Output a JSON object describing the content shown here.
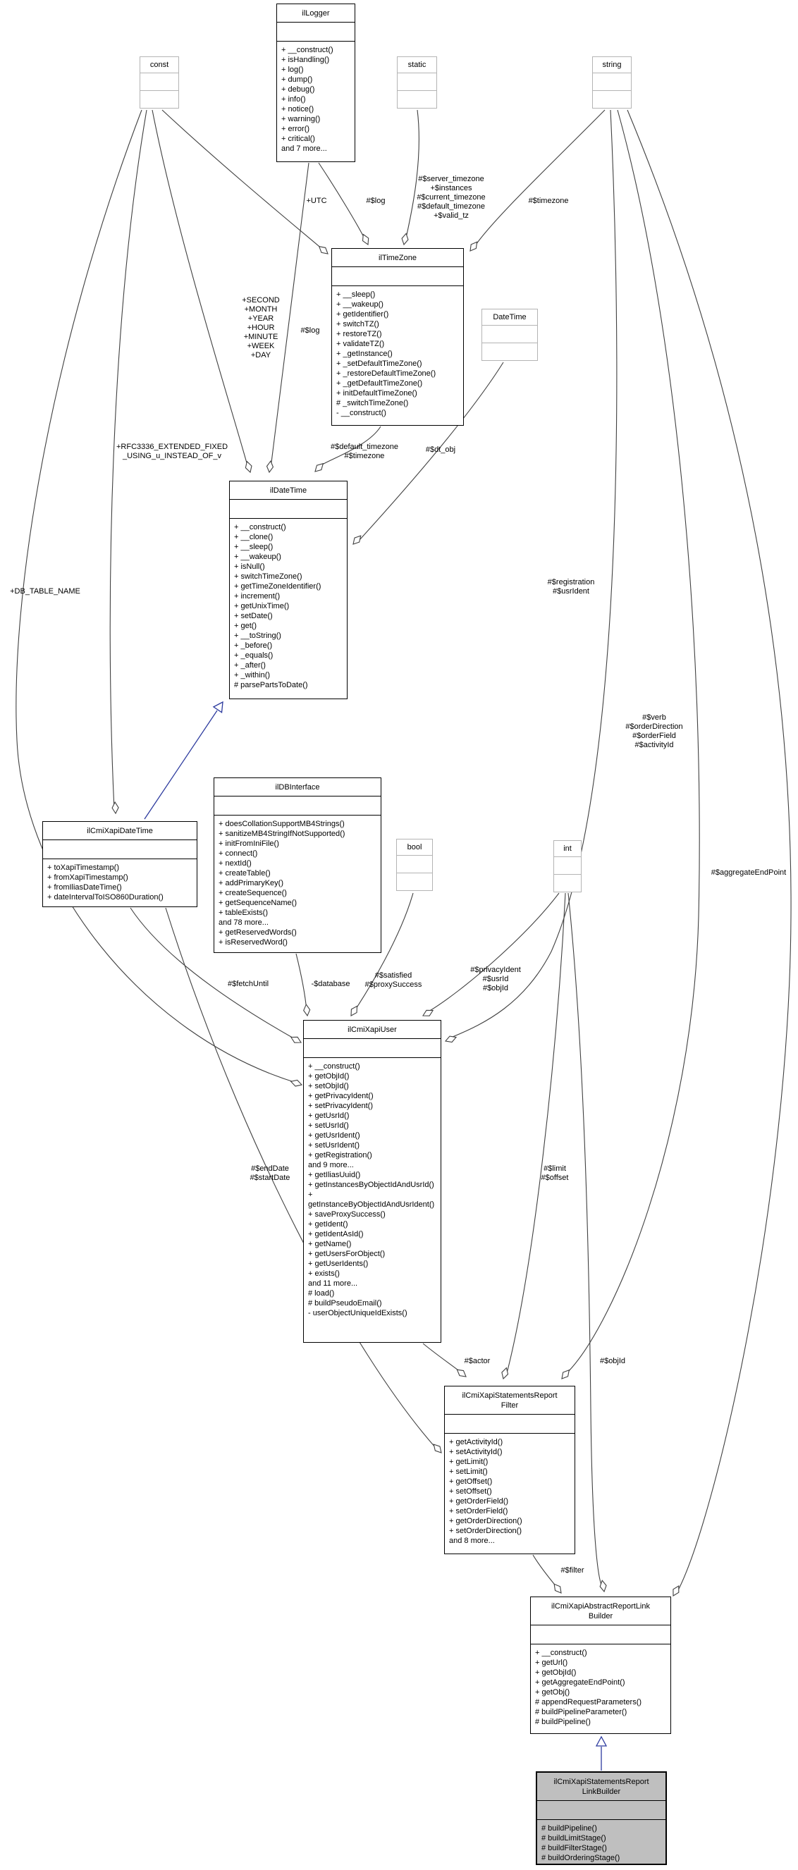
{
  "diagram": {
    "background_color": "#ffffff",
    "edge_color": "#404040",
    "inheritance_color": "#2c3a9e",
    "focal_fill_color": "#bfbfbf"
  },
  "classes": [
    {
      "id": "ilLogger",
      "title": "ilLogger",
      "focal": false,
      "methods": [
        "+ __construct()",
        "+ isHandling()",
        "+ log()",
        "+ dump()",
        "+ debug()",
        "+ info()",
        "+ notice()",
        "+ warning()",
        "+ error()",
        "+ critical()",
        "and 7 more..."
      ]
    },
    {
      "id": "ilTimeZone",
      "title": "ilTimeZone",
      "focal": false,
      "methods": [
        "+ __sleep()",
        "+ __wakeup()",
        "+ getIdentifier()",
        "+ switchTZ()",
        "+ restoreTZ()",
        "+ validateTZ()",
        "+ _getInstance()",
        "+ _setDefaultTimeZone()",
        "+ _restoreDefaultTimeZone()",
        "+ _getDefaultTimeZone()",
        "+ initDefaultTimeZone()",
        "# _switchTimeZone()",
        "- __construct()"
      ]
    },
    {
      "id": "ilDateTime",
      "title": "ilDateTime",
      "focal": false,
      "methods": [
        "+ __construct()",
        "+ __clone()",
        "+ __sleep()",
        "+ __wakeup()",
        "+ isNull()",
        "+ switchTimeZone()",
        "+ getTimeZoneIdentifier()",
        "+ increment()",
        "+ getUnixTime()",
        "+ setDate()",
        "+ get()",
        "+ __toString()",
        "+ _before()",
        "+ _equals()",
        "+ _after()",
        "+ _within()",
        "# parsePartsToDate()"
      ]
    },
    {
      "id": "ilCmiXapiDateTime",
      "title": "ilCmiXapiDateTime",
      "focal": false,
      "methods": [
        "+ toXapiTimestamp()",
        "+ fromXapiTimestamp()",
        "+ fromIliasDateTime()",
        "+ dateIntervalToISO860Duration()"
      ]
    },
    {
      "id": "ilDBInterface",
      "title": "ilDBInterface",
      "focal": false,
      "methods": [
        "+ doesCollationSupportMB4Strings()",
        "+ sanitizeMB4StringIfNotSupported()",
        "+ initFromIniFile()",
        "+ connect()",
        "+ nextId()",
        "+ createTable()",
        "+ addPrimaryKey()",
        "+ createSequence()",
        "+ getSequenceName()",
        "+ tableExists()",
        "and 78 more...",
        "+ getReservedWords()",
        "+ isReservedWord()"
      ]
    },
    {
      "id": "ilCmiXapiUser",
      "title": "ilCmiXapiUser",
      "focal": false,
      "methods": [
        "+ __construct()",
        "+ getObjId()",
        "+ setObjId()",
        "+ getPrivacyIdent()",
        "+ setPrivacyIdent()",
        "+ getUsrId()",
        "+ setUsrId()",
        "+ getUsrIdent()",
        "+ setUsrIdent()",
        "+ getRegistration()",
        "and 9 more...",
        "+ getIliasUuid()",
        "+ getInstancesByObjectIdAndUsrId()",
        "+ getInstanceByObjectIdAndUsrIdent()",
        "+ saveProxySuccess()",
        "+ getIdent()",
        "+ getIdentAsId()",
        "+ getName()",
        "+ getUsersForObject()",
        "+ getUserIdents()",
        "+ exists()",
        "and 11 more...",
        "# load()",
        "# buildPseudoEmail()",
        "- userObjectUniqueIdExists()"
      ]
    },
    {
      "id": "ilCmiXapiStatementsReportFilter",
      "title": "ilCmiXapiStatementsReport\nFilter",
      "focal": false,
      "methods": [
        "+ getActivityId()",
        "+ setActivityId()",
        "+ getLimit()",
        "+ setLimit()",
        "+ getOffset()",
        "+ setOffset()",
        "+ getOrderField()",
        "+ setOrderField()",
        "+ getOrderDirection()",
        "+ setOrderDirection()",
        "and 8 more..."
      ]
    },
    {
      "id": "ilCmiXapiAbstractReportLinkBuilder",
      "title": "ilCmiXapiAbstractReportLink\nBuilder",
      "focal": false,
      "methods": [
        "+ __construct()",
        "+ getUrl()",
        "+ getObjId()",
        "+ getAggregateEndPoint()",
        "+ getObj()",
        "# appendRequestParameters()",
        "# buildPipelineParameter()",
        "# buildPipeline()"
      ]
    },
    {
      "id": "ilCmiXapiStatementsReportLinkBuilder",
      "title": "ilCmiXapiStatementsReport\nLinkBuilder",
      "focal": true,
      "methods": [
        "# buildPipeline()",
        "# buildLimitStage()",
        "# buildFilterStage()",
        "# buildOrderingStage()"
      ]
    }
  ],
  "types": [
    {
      "id": "const",
      "title": "const"
    },
    {
      "id": "static",
      "title": "static"
    },
    {
      "id": "string",
      "title": "string"
    },
    {
      "id": "DateTime",
      "title": "DateTime"
    },
    {
      "id": "bool",
      "title": "bool"
    },
    {
      "id": "int",
      "title": "int"
    }
  ],
  "edge_labels": [
    {
      "id": "utc",
      "text": "+UTC"
    },
    {
      "id": "log1",
      "text": "#$log"
    },
    {
      "id": "server_tz",
      "text": "#$server_timezone\n+$instances\n#$current_timezone\n#$default_timezone\n+$valid_tz"
    },
    {
      "id": "timezone",
      "text": "#$timezone"
    },
    {
      "id": "datetime_consts",
      "text": "+SECOND\n+MONTH\n+YEAR\n+HOUR\n+MINUTE\n+WEEK\n+DAY"
    },
    {
      "id": "log2",
      "text": "#$log"
    },
    {
      "id": "rfc",
      "text": "+RFC3336_EXTENDED_FIXED\n_USING_u_INSTEAD_OF_v"
    },
    {
      "id": "default_tz",
      "text": "#$default_timezone\n#$timezone"
    },
    {
      "id": "dt_obj",
      "text": "#$dt_obj"
    },
    {
      "id": "registration",
      "text": "#$registration\n#$usrIdent"
    },
    {
      "id": "db_table",
      "text": "+DB_TABLE_NAME"
    },
    {
      "id": "verb",
      "text": "#$verb\n#$orderDirection\n#$orderField\n#$activityId"
    },
    {
      "id": "aggregate",
      "text": "#$aggregateEndPoint"
    },
    {
      "id": "fetchUntil",
      "text": "#$fetchUntil"
    },
    {
      "id": "database",
      "text": "-$database"
    },
    {
      "id": "satisfied",
      "text": "#$satisfied\n#$proxySuccess"
    },
    {
      "id": "privacy",
      "text": "#$privacyIdent\n#$usrId\n#$objId"
    },
    {
      "id": "endDate",
      "text": "#$endDate\n#$startDate"
    },
    {
      "id": "limit",
      "text": "#$limit\n#$offset"
    },
    {
      "id": "actor",
      "text": "#$actor"
    },
    {
      "id": "objId",
      "text": "#$objId"
    },
    {
      "id": "filter",
      "text": "#$filter"
    }
  ]
}
